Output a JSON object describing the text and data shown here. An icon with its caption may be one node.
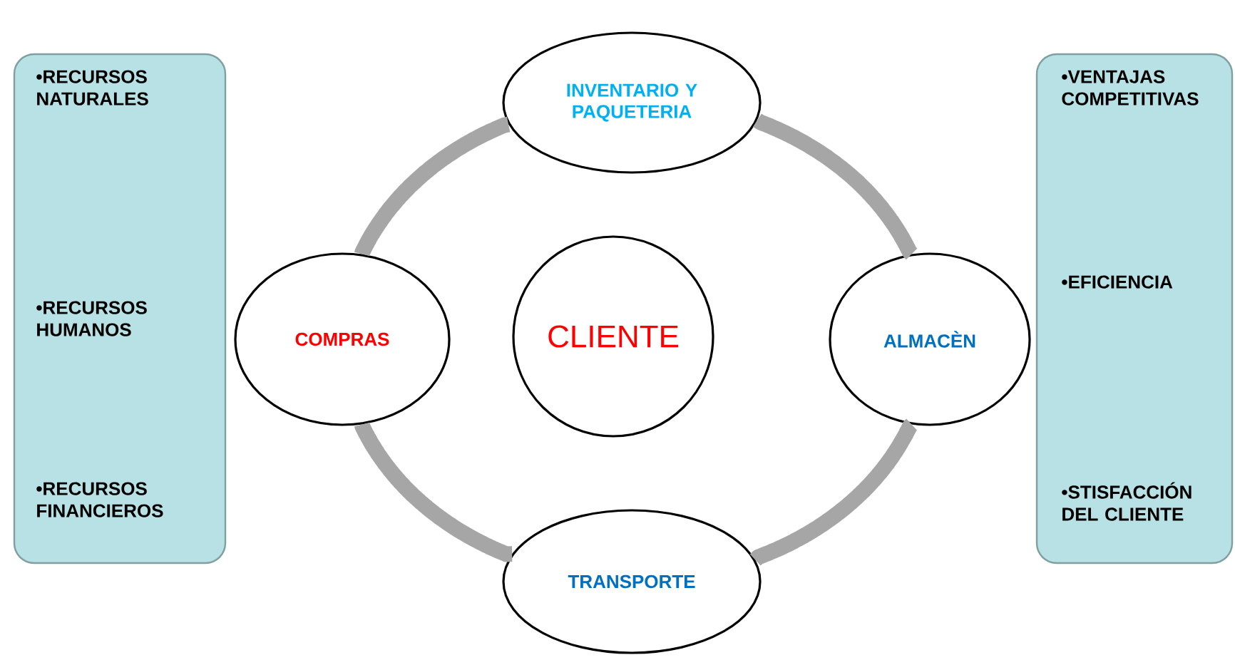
{
  "diagram": {
    "nodes": [
      {
        "text": [
          "•RECURSOS NATURALES",
          "•RECURSOS HUMANOS",
          "•RECURSOS FINANCIEROS"
        ]
      },
      {
        "text": [
          "•VENTAJAS COMPETITIVAS",
          "•EFICIENCIA",
          "•STISFACCIÓN DEL CLIENTE"
        ]
      },
      {
        "text": [
          "INVENTARIO Y PAQUETERIA"
        ]
      },
      {
        "text": [
          "COMPRAS"
        ]
      },
      {
        "text": [
          "CLIENTE"
        ]
      },
      {
        "text": [
          "ALMACÈN"
        ]
      },
      {
        "text": [
          "TRANSPORTE"
        ]
      }
    ],
    "edges": [
      {
        "from": 2,
        "to": 5,
        "arrow": "none"
      },
      {
        "from": 5,
        "to": 6,
        "arrow": "none"
      },
      {
        "from": 6,
        "to": 3,
        "arrow": "none"
      },
      {
        "from": 3,
        "to": 2,
        "arrow": "none"
      }
    ]
  }
}
